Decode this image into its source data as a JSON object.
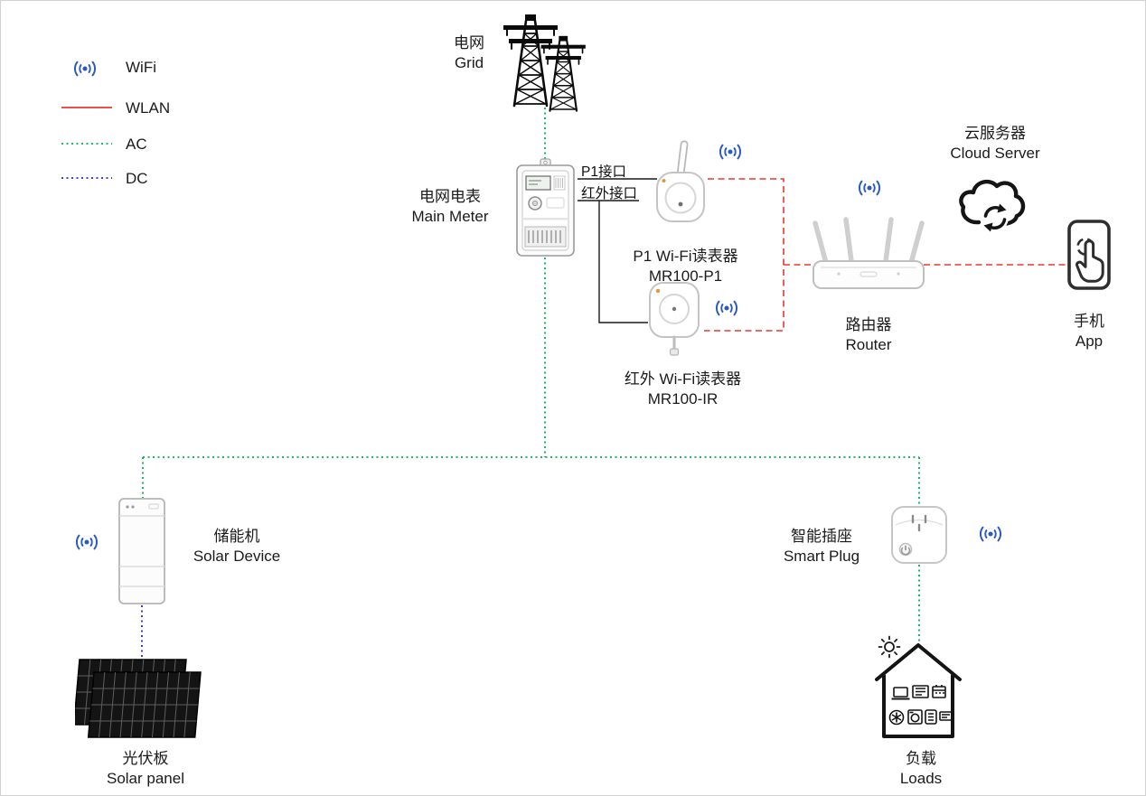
{
  "colors": {
    "wifi_blue": "#2b59c3",
    "wlan_red": "#e8382f",
    "ac_green": "#00b050",
    "dc_blue": "#2727de"
  },
  "legend": {
    "items": [
      {
        "id": "wifi",
        "label": "WiFi"
      },
      {
        "id": "wlan",
        "label": "WLAN"
      },
      {
        "id": "ac",
        "label": "AC"
      },
      {
        "id": "dc",
        "label": "DC"
      }
    ]
  },
  "ports": {
    "p1": "P1接口",
    "ir": "红外接口"
  },
  "nodes": {
    "grid": {
      "zh": "电网",
      "en": "Grid"
    },
    "main_meter": {
      "zh": "电网电表",
      "en": "Main Meter"
    },
    "p1_reader": {
      "zh": "P1 Wi-Fi读表器",
      "en": "MR100-P1"
    },
    "ir_reader": {
      "zh": "红外 Wi-Fi读表器",
      "en": "MR100-IR"
    },
    "router": {
      "zh": "路由器",
      "en": "Router"
    },
    "cloud_server": {
      "zh": "云服务器",
      "en": "Cloud Server"
    },
    "phone": {
      "zh": "手机",
      "en": "App"
    },
    "solar_device": {
      "zh": "储能机",
      "en": "Solar Device"
    },
    "solar_panel": {
      "zh": "光伏板",
      "en": "Solar panel"
    },
    "smart_plug": {
      "zh": "智能插座",
      "en": "Smart Plug"
    },
    "loads": {
      "zh": "负载",
      "en": "Loads"
    }
  }
}
